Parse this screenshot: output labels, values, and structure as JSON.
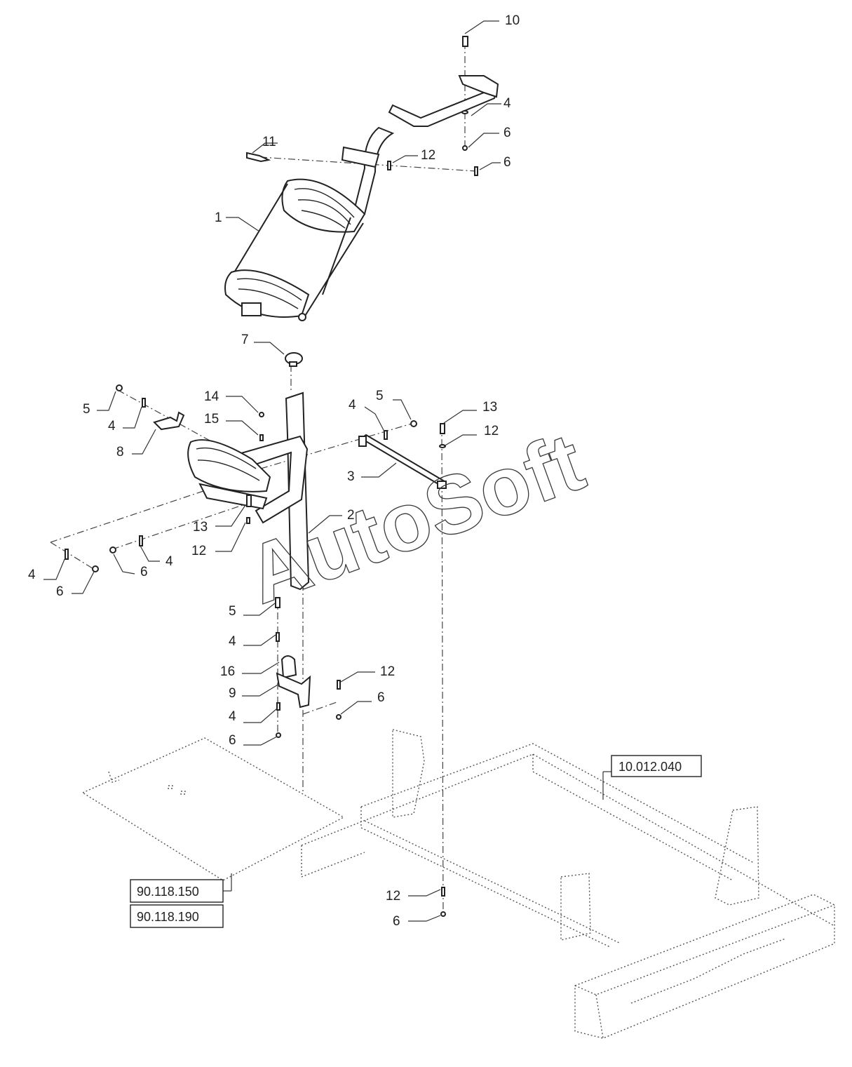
{
  "callouts": [
    {
      "label": "10"
    },
    {
      "label": "4"
    },
    {
      "label": "6"
    },
    {
      "label": "11"
    },
    {
      "label": "12"
    },
    {
      "label": "6"
    },
    {
      "label": "1"
    },
    {
      "label": "7"
    },
    {
      "label": "5"
    },
    {
      "label": "4"
    },
    {
      "label": "8"
    },
    {
      "label": "14"
    },
    {
      "label": "15"
    },
    {
      "label": "4"
    },
    {
      "label": "5"
    },
    {
      "label": "13"
    },
    {
      "label": "12"
    },
    {
      "label": "3"
    },
    {
      "label": "2"
    },
    {
      "label": "13"
    },
    {
      "label": "12"
    },
    {
      "label": "4"
    },
    {
      "label": "6"
    },
    {
      "label": "6"
    },
    {
      "label": "4"
    },
    {
      "label": "5"
    },
    {
      "label": "4"
    },
    {
      "label": "16"
    },
    {
      "label": "12"
    },
    {
      "label": "9"
    },
    {
      "label": "6"
    },
    {
      "label": "4"
    },
    {
      "label": "6"
    },
    {
      "label": "12"
    },
    {
      "label": "6"
    }
  ],
  "references": [
    {
      "label": "10.012.040"
    },
    {
      "label": "90.118.150"
    },
    {
      "label": "90.118.190"
    }
  ],
  "watermark": "AutoSoft"
}
